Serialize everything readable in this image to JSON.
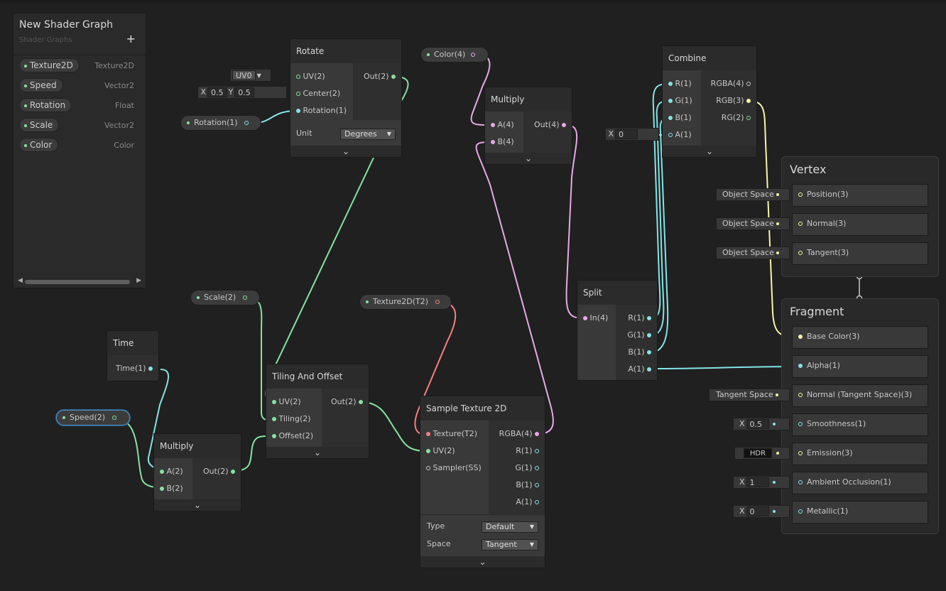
{
  "blackboard": {
    "title": "New Shader Graph",
    "subtitle": "Shader Graphs",
    "add_icon": "plus-icon",
    "properties": [
      {
        "name": "Texture2D",
        "type": "Texture2D"
      },
      {
        "name": "Speed",
        "type": "Vector2"
      },
      {
        "name": "Rotation",
        "type": "Float"
      },
      {
        "name": "Scale",
        "type": "Vector2"
      },
      {
        "name": "Color",
        "type": "Color"
      }
    ]
  },
  "property_nodes": {
    "color": "Color(4)",
    "rotation": "Rotation(1)",
    "scale": "Scale(2)",
    "texture": "Texture2D(T2)",
    "speed": "Speed(2)"
  },
  "nodes": {
    "rotate": {
      "title": "Rotate",
      "inputs": [
        "UV(2)",
        "Center(2)",
        "Rotation(1)"
      ],
      "output": "Out(2)",
      "unit_label": "Unit",
      "unit_value": "Degrees",
      "uv_channel": "UV0",
      "center_x_label": "X",
      "center_x": "0.5",
      "center_y_label": "Y",
      "center_y": "0.5"
    },
    "multiply_top": {
      "title": "Multiply",
      "inputs": [
        "A(4)",
        "B(4)"
      ],
      "output": "Out(4)"
    },
    "combine": {
      "title": "Combine",
      "inputs": [
        "R(1)",
        "G(1)",
        "B(1)",
        "A(1)"
      ],
      "outputs": [
        "RGBA(4)",
        "RGB(3)",
        "RG(2)"
      ],
      "a_label": "X",
      "a_value": "0"
    },
    "split": {
      "title": "Split",
      "input": "In(4)",
      "outputs": [
        "R(1)",
        "G(1)",
        "B(1)",
        "A(1)"
      ]
    },
    "time": {
      "title": "Time",
      "output": "Time(1)"
    },
    "tiling": {
      "title": "Tiling And Offset",
      "inputs": [
        "UV(2)",
        "Tiling(2)",
        "Offset(2)"
      ],
      "output": "Out(2)"
    },
    "multiply_bottom": {
      "title": "Multiply",
      "inputs": [
        "A(2)",
        "B(2)"
      ],
      "output": "Out(2)"
    },
    "sample": {
      "title": "Sample Texture 2D",
      "inputs": [
        "Texture(T2)",
        "UV(2)",
        "Sampler(SS)"
      ],
      "outputs": [
        "RGBA(4)",
        "R(1)",
        "G(1)",
        "B(1)",
        "A(1)"
      ],
      "type_label": "Type",
      "type_value": "Default",
      "space_label": "Space",
      "space_value": "Tangent"
    }
  },
  "vertex": {
    "title": "Vertex",
    "blocks": [
      {
        "label": "Position(3)",
        "space": "Object Space"
      },
      {
        "label": "Normal(3)",
        "space": "Object Space"
      },
      {
        "label": "Tangent(3)",
        "space": "Object Space"
      }
    ]
  },
  "fragment": {
    "title": "Fragment",
    "blocks": [
      {
        "label": "Base Color(3)"
      },
      {
        "label": "Alpha(1)"
      },
      {
        "label": "Normal (Tangent Space)(3)",
        "space": "Tangent Space"
      },
      {
        "label": "Smoothness(1)",
        "x_label": "X",
        "value": "0.5"
      },
      {
        "label": "Emission(3)",
        "value": "HDR"
      },
      {
        "label": "Ambient Occlusion(1)",
        "x_label": "X",
        "value": "1"
      },
      {
        "label": "Metallic(1)",
        "x_label": "X",
        "value": "0"
      }
    ]
  },
  "colors": {
    "float": "#84e4e7",
    "vector2": "#84e4a0",
    "vector3": "#f7f7a6",
    "vector4": "#e8a8e8",
    "texture": "#f77f7f",
    "selection": "#4b90c8"
  }
}
